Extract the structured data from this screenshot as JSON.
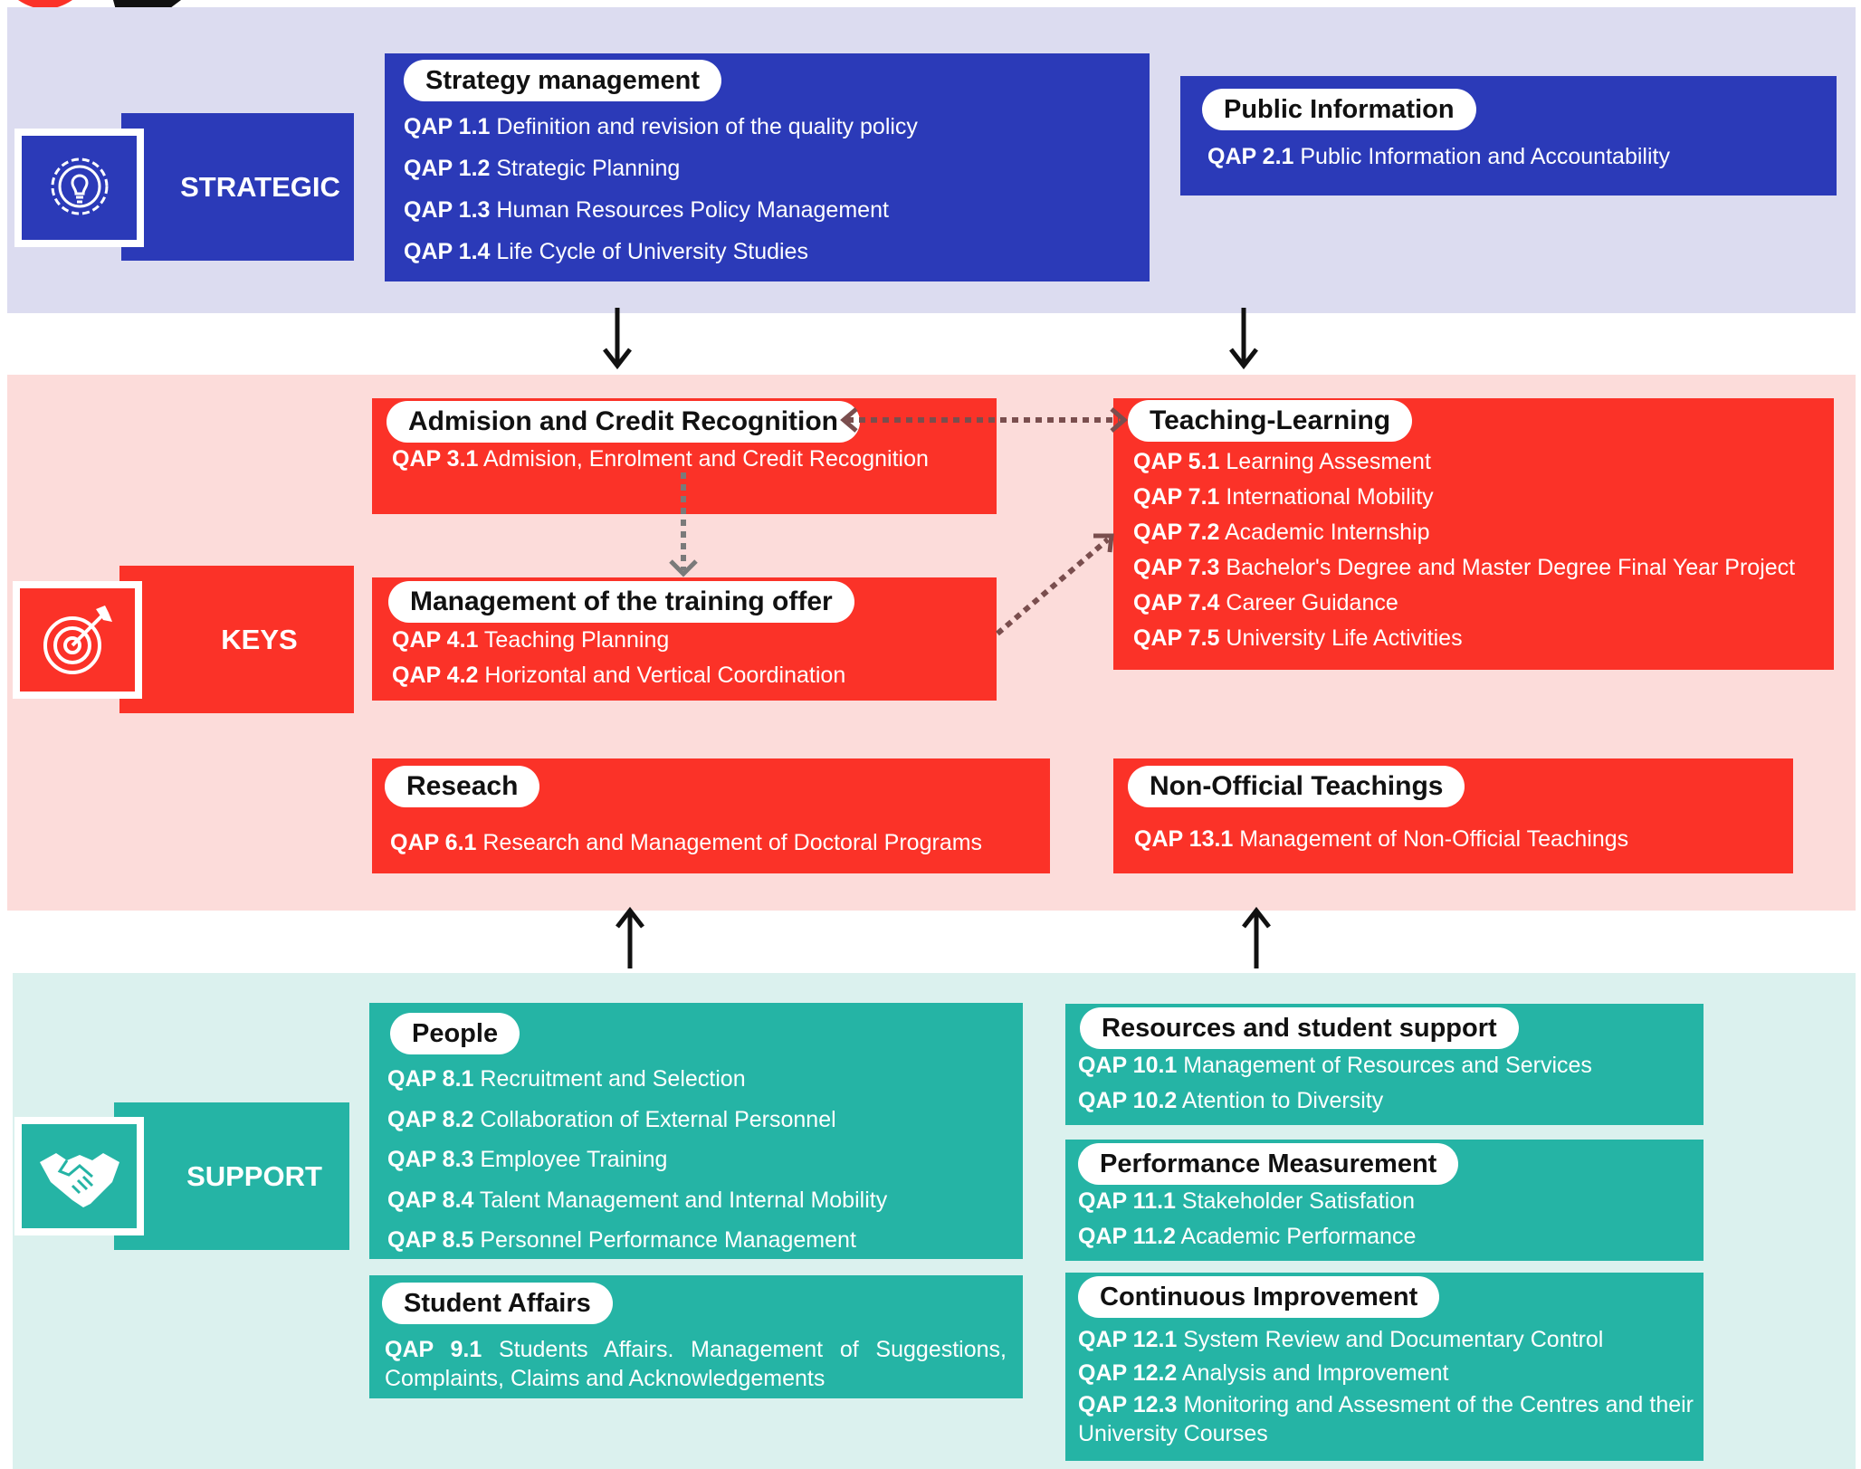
{
  "colors": {
    "strategic_bg": "#dcdcf0",
    "strategic_box": "#2b3ab8",
    "keys_bg": "#fcdcda",
    "keys_box": "#fb3228",
    "support_bg": "#dbf1ee",
    "support_box": "#25b4a5"
  },
  "categories": {
    "strategic": "STRATEGIC",
    "keys": "KEYS",
    "support": "SUPPORT"
  },
  "icons": {
    "strategic": "lightbulb-gear-icon",
    "keys": "target-arrow-icon",
    "support": "handshake-icon",
    "corner": "cursor-arrow-icon"
  },
  "strategy_management": {
    "title": "Strategy management",
    "items": [
      {
        "code": "QAP 1.1",
        "text": " Definition and revision of the quality policy"
      },
      {
        "code": "QAP 1.2",
        "text": " Strategic Planning"
      },
      {
        "code": "QAP 1.3",
        "text": " Human Resources Policy Management"
      },
      {
        "code": "QAP 1.4",
        "text": " Life Cycle of University Studies"
      }
    ]
  },
  "public_information": {
    "title": "Public Information",
    "items": [
      {
        "code": "QAP 2.1",
        "text": " Public Information and Accountability"
      }
    ]
  },
  "admission": {
    "title": "Admision and Credit Recognition",
    "items": [
      {
        "code": "QAP 3.1",
        "text": " Admision, Enrolment and Credit Recognition"
      }
    ]
  },
  "teaching_learning": {
    "title": "Teaching-Learning",
    "items": [
      {
        "code": "QAP 5.1",
        "text": " Learning Assesment"
      },
      {
        "code": "QAP 7.1",
        "text": " International Mobility"
      },
      {
        "code": "QAP 7.2",
        "text": " Academic Internship"
      },
      {
        "code": "QAP 7.3",
        "text": " Bachelor's Degree and Master Degree Final Year Project"
      },
      {
        "code": "QAP 7.4",
        "text": " Career Guidance"
      },
      {
        "code": "QAP 7.5",
        "text": " University Life Activities"
      }
    ]
  },
  "training_offer": {
    "title": "Management of the training offer",
    "items": [
      {
        "code": "QAP 4.1",
        "text": " Teaching Planning"
      },
      {
        "code": "QAP 4.2",
        "text": "  Horizontal and Vertical Coordination"
      }
    ]
  },
  "research": {
    "title": "Reseach",
    "items": [
      {
        "code": "QAP 6.1",
        "text": " Research and Management of Doctoral Programs"
      }
    ]
  },
  "non_official": {
    "title": "Non-Official Teachings",
    "items": [
      {
        "code": "QAP 13.1",
        "text": " Management of Non-Official Teachings"
      }
    ]
  },
  "people": {
    "title": "People",
    "items": [
      {
        "code": "QAP 8.1",
        "text": " Recruitment and Selection"
      },
      {
        "code": "QAP 8.2",
        "text": " Collaboration of External Personnel"
      },
      {
        "code": "QAP 8.3",
        "text": " Employee Training"
      },
      {
        "code": "QAP 8.4",
        "text": " Talent Management and Internal Mobility"
      },
      {
        "code": "QAP 8.5",
        "text": " Personnel Performance Management"
      }
    ]
  },
  "student_affairs": {
    "title": "Student Affairs",
    "items": [
      {
        "code": "QAP 9.1",
        "text": " Students Affairs. Management of Suggestions, Complaints, Claims and Acknowledgements"
      }
    ]
  },
  "resources": {
    "title": "Resources and student support",
    "items": [
      {
        "code": "QAP 10.1",
        "text": " Management of Resources and Services"
      },
      {
        "code": "QAP 10.2",
        "text": " Atention to Diversity"
      }
    ]
  },
  "performance": {
    "title": "Performance Measurement",
    "items": [
      {
        "code": "QAP 11.1",
        "text": " Stakeholder Satisfation"
      },
      {
        "code": "QAP 11.2",
        "text": " Academic Performance"
      }
    ]
  },
  "continuous": {
    "title": "Continuous Improvement",
    "items": [
      {
        "code": "QAP 12.1",
        "text": " System Review and Documentary Control"
      },
      {
        "code": "QAP 12.2",
        "text": " Analysis and Improvement"
      },
      {
        "code": "QAP 12.3",
        "text": " Monitoring and Assesment of the Centres and their University Courses"
      }
    ]
  }
}
